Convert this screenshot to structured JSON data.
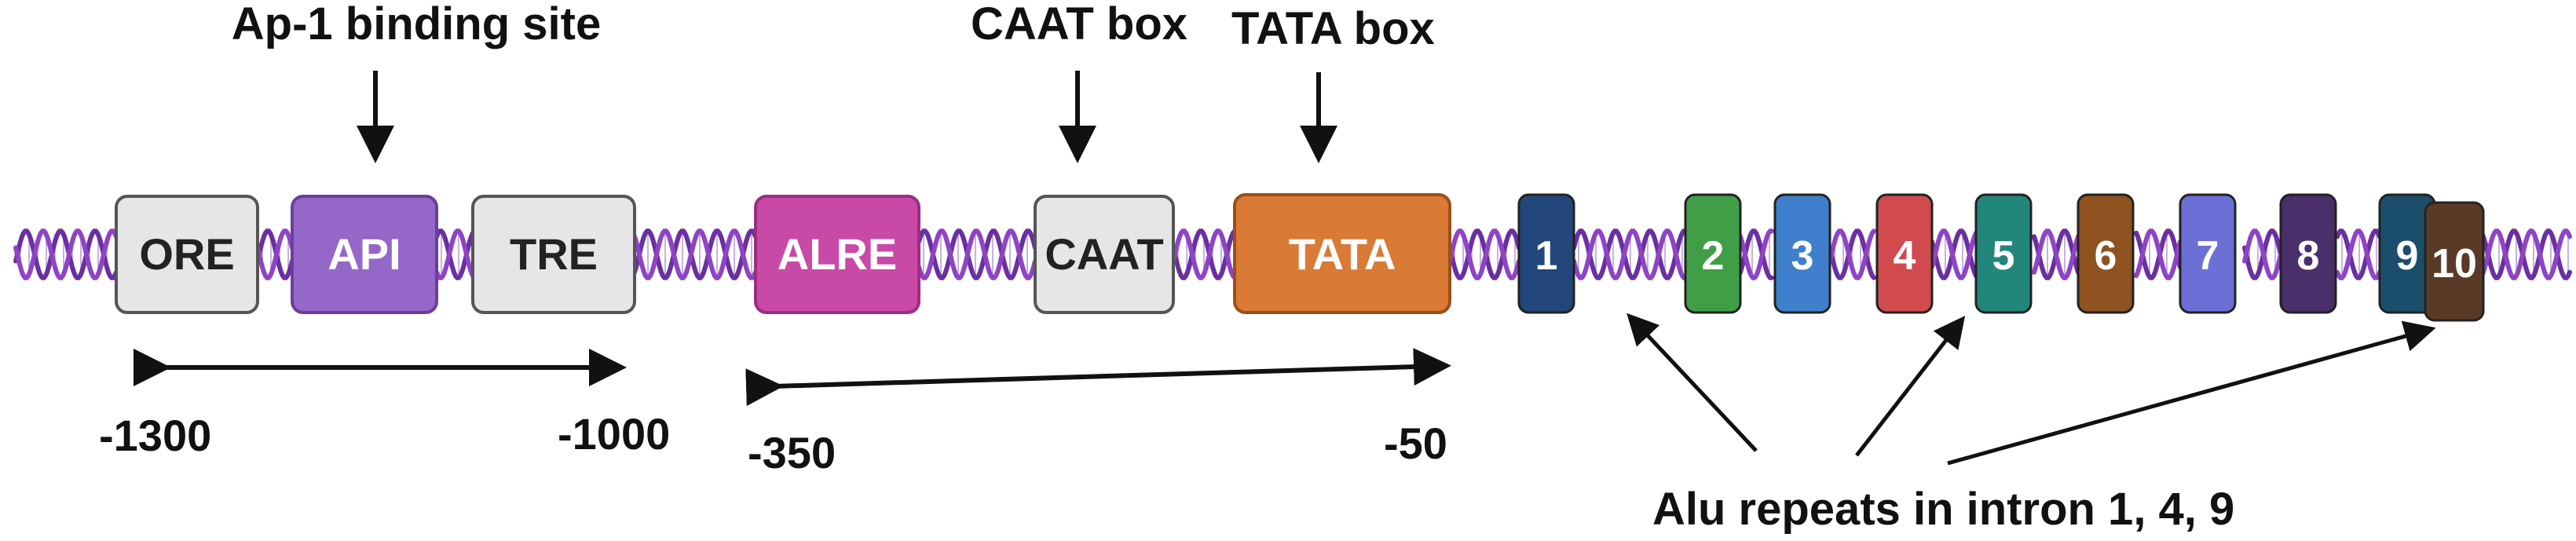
{
  "labels": {
    "ap1": "Ap-1 binding site",
    "caat_box": "CAAT box",
    "tata_box": "TATA box",
    "alu": "Alu repeats in intron 1, 4, 9"
  },
  "positions": {
    "p1300": "-1300",
    "p1000": "-1000",
    "p350": "-350",
    "p50": "-50"
  },
  "elements": {
    "ore": "ORE",
    "api": "API",
    "tre": "TRE",
    "alre": "ALRE",
    "caat": "CAAT",
    "tata": "TATA"
  },
  "exons": [
    "1",
    "2",
    "3",
    "4",
    "5",
    "6",
    "7",
    "8",
    "9",
    "10"
  ],
  "colors": {
    "dna_strand_a": "#6a2fa0",
    "dna_strand_b": "#8e44c4",
    "ore": "#e6e6e6",
    "api": "#9467c8",
    "tre": "#e6e6e6",
    "alre": "#c94aa6",
    "caat": "#e6e6e6",
    "tata": "#d97a36",
    "exon1": "#23477a",
    "exon2": "#3f9e46",
    "exon3": "#3f7fcb",
    "exon4": "#d04a4e",
    "exon5": "#23867a",
    "exon6": "#8e5320",
    "exon7": "#6b6fd6",
    "exon8": "#4a2f6b",
    "exon9": "#1b4e6b",
    "exon10": "#5a3a26"
  }
}
